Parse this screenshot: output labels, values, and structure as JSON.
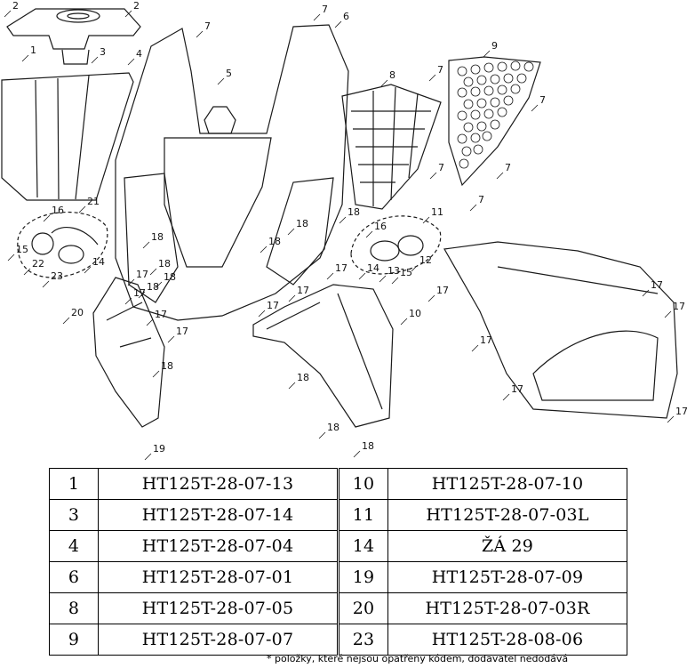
{
  "callouts": [
    {
      "label": "1"
    },
    {
      "label": "2"
    },
    {
      "label": "2"
    },
    {
      "label": "3"
    },
    {
      "label": "4"
    },
    {
      "label": "5"
    },
    {
      "label": "6"
    },
    {
      "label": "7"
    },
    {
      "label": "7"
    },
    {
      "label": "7"
    },
    {
      "label": "7"
    },
    {
      "label": "7"
    },
    {
      "label": "7"
    },
    {
      "label": "7"
    },
    {
      "label": "8"
    },
    {
      "label": "9"
    },
    {
      "label": "10"
    },
    {
      "label": "11"
    },
    {
      "label": "12"
    },
    {
      "label": "13"
    },
    {
      "label": "14"
    },
    {
      "label": "14"
    },
    {
      "label": "15"
    },
    {
      "label": "15"
    },
    {
      "label": "16"
    },
    {
      "label": "16"
    },
    {
      "label": "17"
    },
    {
      "label": "17"
    },
    {
      "label": "17"
    },
    {
      "label": "17"
    },
    {
      "label": "17"
    },
    {
      "label": "17"
    },
    {
      "label": "17"
    },
    {
      "label": "17"
    },
    {
      "label": "17"
    },
    {
      "label": "17"
    },
    {
      "label": "17"
    },
    {
      "label": "17"
    },
    {
      "label": "17"
    },
    {
      "label": "18"
    },
    {
      "label": "18"
    },
    {
      "label": "18"
    },
    {
      "label": "18"
    },
    {
      "label": "18"
    },
    {
      "label": "18"
    },
    {
      "label": "18"
    },
    {
      "label": "18"
    },
    {
      "label": "18"
    },
    {
      "label": "18"
    },
    {
      "label": "18"
    },
    {
      "label": "19"
    },
    {
      "label": "20"
    },
    {
      "label": "21"
    },
    {
      "label": "22"
    },
    {
      "label": "23"
    }
  ],
  "parts_table": [
    {
      "left_no": "1",
      "left_code": "HT125T-28-07-13",
      "right_no": "10",
      "right_code": "HT125T-28-07-10"
    },
    {
      "left_no": "3",
      "left_code": "HT125T-28-07-14",
      "right_no": "11",
      "right_code": "HT125T-28-07-03L"
    },
    {
      "left_no": "4",
      "left_code": "HT125T-28-07-04",
      "right_no": "14",
      "right_code": "ŽÁ  29"
    },
    {
      "left_no": "6",
      "left_code": "HT125T-28-07-01",
      "right_no": "19",
      "right_code": "HT125T-28-07-09"
    },
    {
      "left_no": "8",
      "left_code": "HT125T-28-07-05",
      "right_no": "20",
      "right_code": "HT125T-28-07-03R"
    },
    {
      "left_no": "9",
      "left_code": "HT125T-28-07-07",
      "right_no": "23",
      "right_code": "HT125T-28-08-06"
    }
  ],
  "footnote": "* položky, které nejsou opatřeny kódem, dodavatel nedodává",
  "colors": {
    "line": "#1a1a1a",
    "fill": "#ffffff",
    "grid": "#555555"
  }
}
